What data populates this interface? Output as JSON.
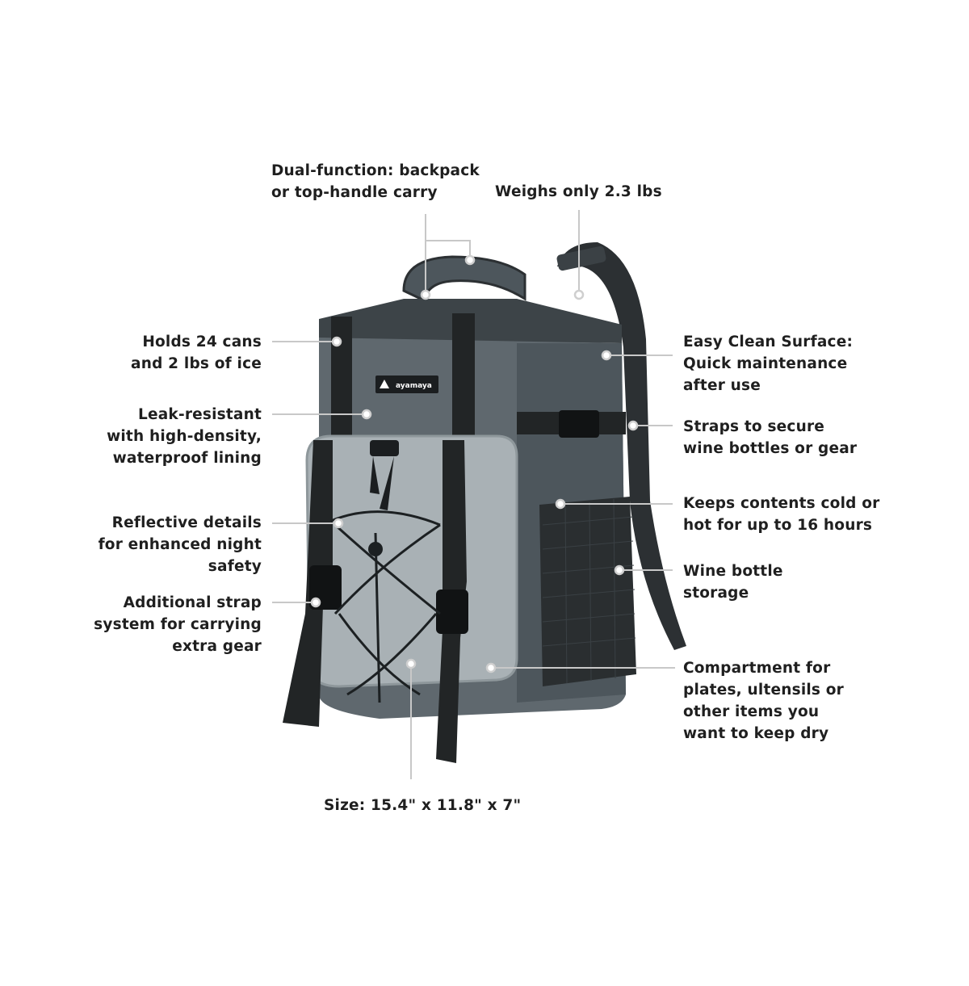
{
  "brand": "ayamaya",
  "callouts": {
    "dual_function": [
      "Dual-function: backpack",
      "or top-handle carry"
    ],
    "weight": [
      "Weighs only 2.3 lbs"
    ],
    "capacity": [
      "Holds 24 cans",
      "and 2 lbs of ice"
    ],
    "leak": [
      "Leak-resistant",
      "with high-density,",
      "waterproof lining"
    ],
    "reflective": [
      "Reflective details",
      "for enhanced night",
      "safety"
    ],
    "strap_system": [
      "Additional strap",
      "system for carrying",
      "extra gear"
    ],
    "easy_clean": [
      "Easy Clean Surface:",
      "Quick maintenance",
      "after use"
    ],
    "side_straps": [
      "Straps to secure",
      "wine bottles or gear"
    ],
    "insulation": [
      "Keeps contents cold or",
      "hot for up to 16 hours"
    ],
    "wine": [
      "Wine bottle",
      "storage"
    ],
    "compartment": [
      "Compartment for",
      "plates, ultensils or",
      "other items you",
      "want to keep dry"
    ],
    "size": [
      "Size: 15.4\" x 11.8\" x 7\""
    ]
  },
  "colors": {
    "body_dark": "#4d565c",
    "body_mid": "#5f686e",
    "front_panel": "#a9b1b5",
    "strap": "#222526",
    "leader": "#c8c8c8"
  }
}
